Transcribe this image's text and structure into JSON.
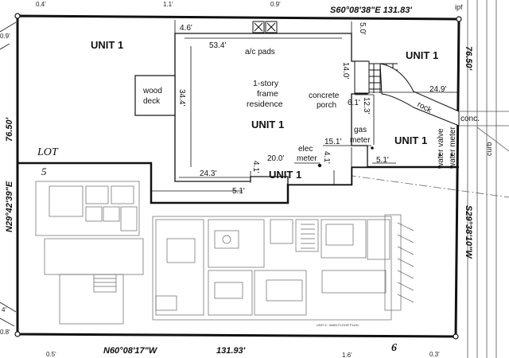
{
  "bearings": {
    "top": "S60°08'38\"E 131.83'",
    "bottom_bearing": "N60°08'17\"W",
    "bottom_distance": "131.93'",
    "left_lower": "N29°42'39\"E",
    "left_dist": "76.50'",
    "right_upper": "76.50'",
    "right_lower": "S29°38'10\"W"
  },
  "edge_marks": {
    "top_left": "0.4'",
    "top_mid": "1.1'",
    "top_right": "0.9'",
    "left_top": "0.9'",
    "left_bottom_a": "4'",
    "left_bottom_b": "0.8'",
    "bottom_left": "0.5'",
    "bottom_right": "0.3'",
    "bottom_mid": "1.6'",
    "ipf": "ipf",
    "curb": "curb"
  },
  "labels": {
    "unit_nw": "UNIT 1",
    "unit_ne": "UNIT 1",
    "unit_center": "UNIT 1",
    "unit_e": "UNIT 1",
    "unit_s": "UNIT 1",
    "lot": "LOT",
    "lot_5": "5",
    "lot_6": "6",
    "ac_pads": "a/c pads",
    "wood_deck_1": "wood",
    "wood_deck_2": "deck",
    "residence_1": "1-story",
    "residence_2": "frame",
    "residence_3": "residence",
    "porch_1": "concrete",
    "porch_2": "porch",
    "gas_1": "gas",
    "gas_2": "meter",
    "elec_1": "elec",
    "elec_2": "meter",
    "rock": "rock",
    "conc": "conc.",
    "water_valve": "water valve",
    "water_meter": "water meter",
    "floor_plan_title": "UNIT 5 - MAIN FLOOR PLAN"
  },
  "dims": {
    "d_4_6": "4.6'",
    "d_5_0": "5.0'",
    "d_53_4": "53.4'",
    "d_14_0": "14.0'",
    "d_24_9": "24.9'",
    "d_34_4": "34.4'",
    "d_6_1": "6.1'",
    "d_12_3": "12.3'",
    "d_15_1": "15.1'",
    "d_20_0": "20.0'",
    "d_4_1a": "4.1'",
    "d_4_1b": "4.1'",
    "d_5_1a": "5.1'",
    "d_24_3": "24.3'",
    "d_5_1b": "5.1'"
  }
}
